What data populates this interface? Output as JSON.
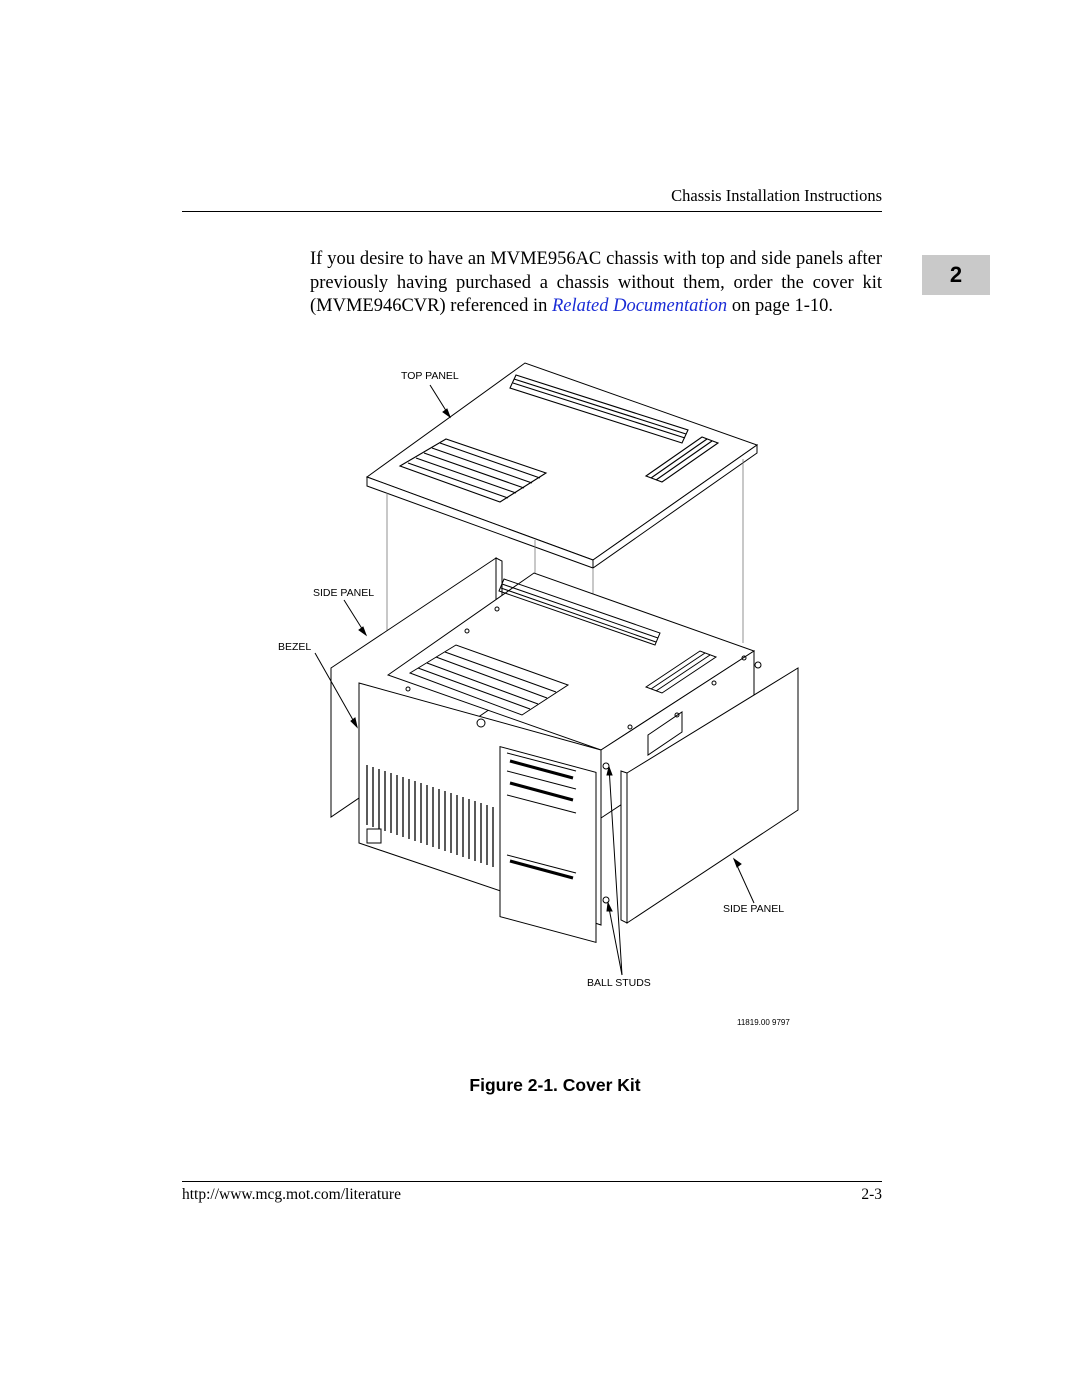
{
  "header": {
    "title": "Chassis Installation Instructions"
  },
  "chapter_tab": "2",
  "body": {
    "text_before": "If you desire to have an MVME956AC chassis with top and side panels after previously having purchased a chassis without them, order the cover kit (MVME946CVR) referenced in ",
    "link_text": "Related Documentation",
    "text_after": " on page 1-10."
  },
  "figure": {
    "labels": {
      "top_panel": "TOP PANEL",
      "side_panel_left": "SIDE PANEL",
      "bezel": "BEZEL",
      "side_panel_right": "SIDE PANEL",
      "ball_studs": "BALL STUDS",
      "drawing_number": "11819.00 9797"
    },
    "caption": "Figure 2-1.  Cover Kit"
  },
  "footer": {
    "url": "http://www.mcg.mot.com/literature",
    "page": "2-3"
  }
}
